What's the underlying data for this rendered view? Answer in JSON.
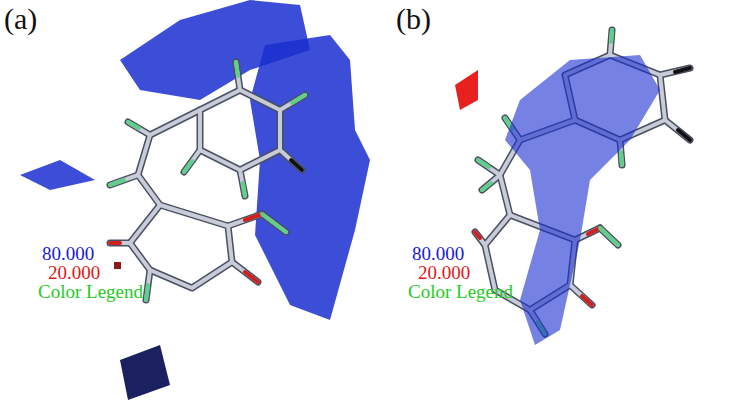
{
  "diagram": {
    "labels": [
      "(a)",
      "(b)",
      "80.000",
      "20.000",
      "Color Legend",
      "80.000",
      "20.000",
      "Color Legend"
    ]
  }
}
